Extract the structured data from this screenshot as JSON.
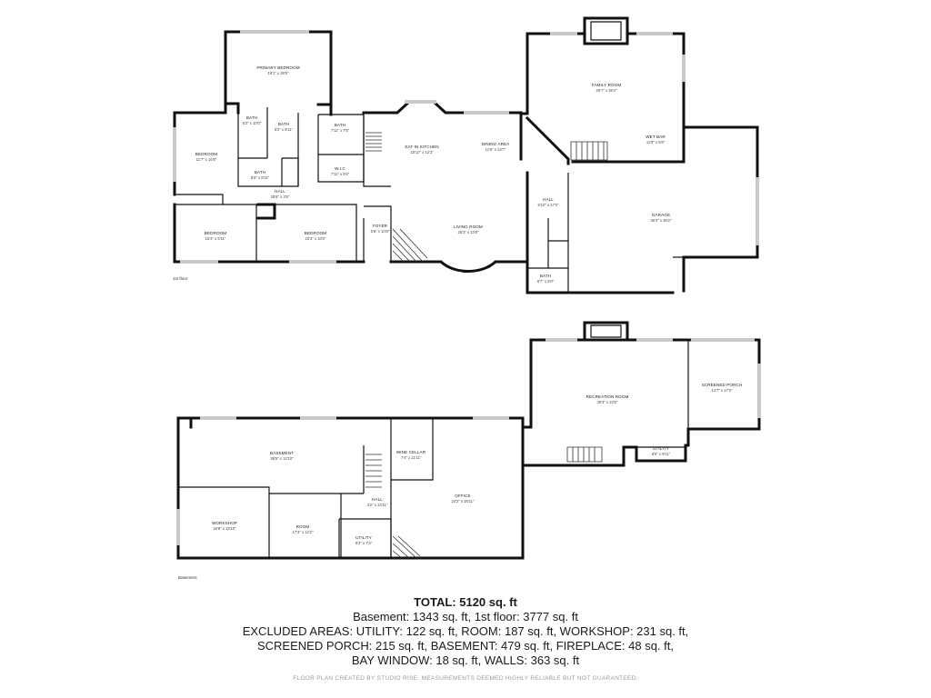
{
  "floors": {
    "first": {
      "label": "1st floor",
      "rooms": {
        "primary_bedroom": {
          "name": "PRIMARY BEDROOM",
          "dim": "19'1\" x 28'6\""
        },
        "bath_a": {
          "name": "BATH",
          "dim": "5'2\" x 10'0\""
        },
        "bath_b": {
          "name": "BATH",
          "dim": "5'2\" x 8'11\""
        },
        "bath_c": {
          "name": "BATH",
          "dim": "7'11\" x 7'5\""
        },
        "bath_d": {
          "name": "BATH",
          "dim": "8'0\" x 8'11\""
        },
        "wic": {
          "name": "W.I.C",
          "dim": "7'11\" x 5'6\""
        },
        "bedroom_1": {
          "name": "BEDROOM",
          "dim": "11'7\" x 16'8\""
        },
        "hall_1": {
          "name": "HALL",
          "dim": "28'6\" x 3'5\""
        },
        "bedroom_2": {
          "name": "BEDROOM",
          "dim": "15'3\" x 9'11\""
        },
        "bedroom_3": {
          "name": "BEDROOM",
          "dim": "15'3\" x 10'0\""
        },
        "foyer": {
          "name": "FOYER",
          "dim": "5'6\" x 10'8\""
        },
        "kitchen": {
          "name": "EAT-IN KITCHEN",
          "dim": "18'10\" x 12'3\""
        },
        "dining": {
          "name": "DINING AREA",
          "dim": "11'5\" x 13'7\""
        },
        "living": {
          "name": "LIVING ROOM",
          "dim": "25'3\" x 14'9\""
        },
        "family": {
          "name": "FAMILY ROOM",
          "dim": "29'7\" x 26'4\""
        },
        "wet_bar": {
          "name": "WET BAR",
          "dim": "11'8\" x 6'8\""
        },
        "hall_2": {
          "name": "HALL",
          "dim": "6'10\" x 17'0\""
        },
        "garage": {
          "name": "GARAGE",
          "dim": "35'4\" x 30'2\""
        },
        "bath_e": {
          "name": "BATH",
          "dim": "6'7\" x 5'0\""
        }
      }
    },
    "basement": {
      "label": "Basement",
      "rooms": {
        "recreation": {
          "name": "RECREATION ROOM",
          "dim": "30'3\" x 23'5\""
        },
        "screened_porch": {
          "name": "SCREENED PORCH",
          "dim": "12'7\" x 17'3\""
        },
        "utility_1": {
          "name": "UTILITY",
          "dim": "8'6\" x 9'11\""
        },
        "basement_room": {
          "name": "BASEMENT",
          "dim": "39'5\" x 13'10\""
        },
        "wine_cellar": {
          "name": "WINE CELLAR",
          "dim": "7'4\" x 11'11\""
        },
        "hall_3": {
          "name": "HALL",
          "dim": "3'2\" x 13'11\""
        },
        "office": {
          "name": "OFFICE",
          "dim": "24'2\" x 25'11\""
        },
        "workshop": {
          "name": "WORKSHOP",
          "dim": "16'8\" x 13'10\""
        },
        "room": {
          "name": "ROOM",
          "dim": "17'3\" x 12'2\""
        },
        "utility_2": {
          "name": "UTILITY",
          "dim": "9'3\" x 7'4\""
        }
      }
    }
  },
  "summary": {
    "total": "TOTAL: 5120 sq. ft",
    "lines": [
      "Basement: 1343 sq. ft, 1st floor: 3777 sq. ft",
      "EXCLUDED AREAS: UTILITY: 122 sq. ft, ROOM: 187 sq. ft, WORKSHOP: 231 sq. ft,",
      "SCREENED PORCH: 215 sq. ft, BASEMENT: 479 sq. ft, FIREPLACE: 48 sq. ft,",
      "BAY WINDOW: 18 sq. ft, WALLS: 363 sq. ft"
    ],
    "credit": "FLOOR PLAN CREATED BY STUDIO RISE. MEASUREMENTS DEEMED HIGHLY RELIABLE BUT NOT GUARANTEED."
  }
}
